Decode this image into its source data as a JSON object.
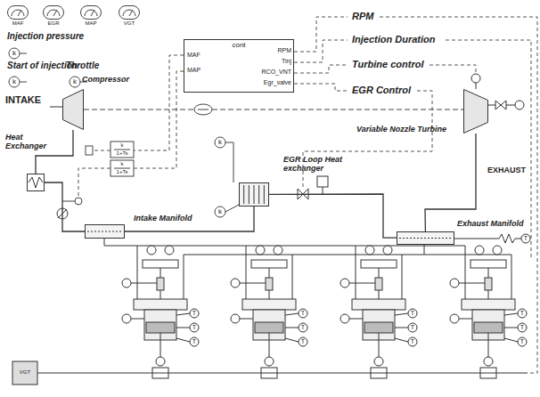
{
  "diagram": {
    "nodes": [
      {
        "text": [
          "MAF",
          "MAP",
          "cont",
          "RPM",
          "Tinj",
          "RCO_VNT",
          "Egr_valve"
        ]
      },
      {
        "text": [
          "Compressor"
        ]
      },
      {
        "text": [
          "Heat Exchanger"
        ]
      },
      {
        "text": [
          "Intake Manifold"
        ]
      },
      {
        "text": [
          "EGR Loop Heat exchanger"
        ]
      },
      {
        "text": [
          "Variable Nozzle Turbine"
        ]
      },
      {
        "text": [
          "Exhaust Manifold"
        ]
      }
    ],
    "edges": [
      {
        "from": 1,
        "to": 2,
        "arrow": "none"
      },
      {
        "from": 2,
        "to": 3,
        "arrow": "none"
      },
      {
        "from": 6,
        "to": 4,
        "arrow": "none"
      },
      {
        "from": 4,
        "to": 3,
        "arrow": "none"
      },
      {
        "from": 6,
        "to": 5,
        "arrow": "none"
      }
    ],
    "labels": [
      "MAF",
      "EGR",
      "MAP",
      "VGT",
      "Injection pressure",
      "k",
      "Start of injection",
      "Throttle",
      "k",
      "k",
      "RPM",
      "Injection Duration",
      "Turbine control",
      "EGR Control",
      "INTAKE",
      "EXHAUST",
      "k",
      "1+Ts",
      "k",
      "1+Ts",
      "k",
      "k",
      "VGT",
      "T",
      "T",
      "T",
      "T",
      "T",
      "T",
      "T",
      "T",
      "T",
      "T",
      "T",
      "T",
      "T"
    ]
  }
}
